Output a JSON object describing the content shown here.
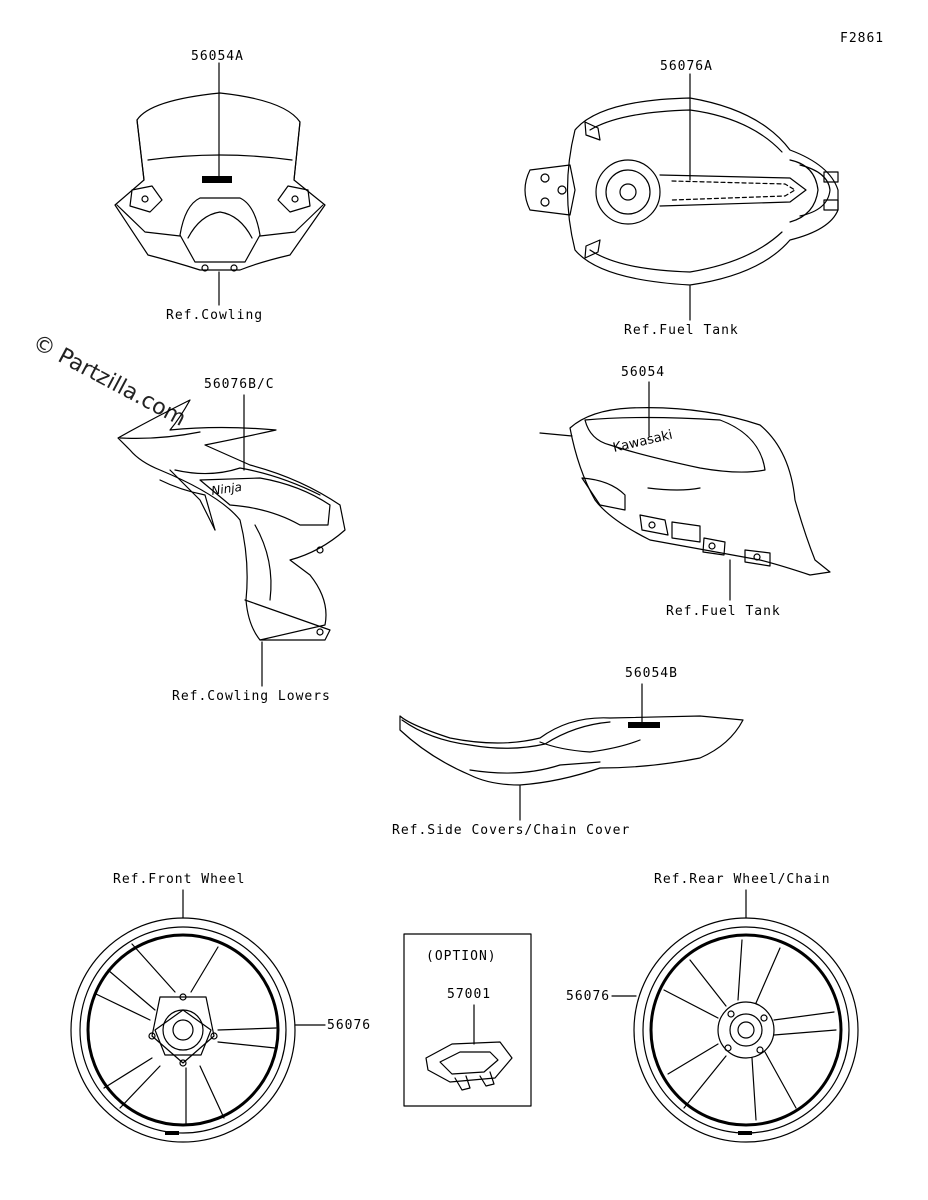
{
  "figure_code": "F2861",
  "watermark": "© Partzilla.com",
  "labels": {
    "cowl_part": "56054A",
    "cowl_ref": "Ref.Cowling",
    "tank_top_part": "56076A",
    "tank_top_ref": "Ref.Fuel Tank",
    "lowers_part": "56076B/C",
    "lowers_ref": "Ref.Cowling Lowers",
    "tank_side_part": "56054",
    "tank_side_ref": "Ref.Fuel Tank",
    "side_cover_part": "56054B",
    "side_cover_ref": "Ref.Side Covers/Chain Cover",
    "front_wheel_ref": "Ref.Front Wheel",
    "front_wheel_part": "56076",
    "option_text": "(OPTION)",
    "option_part": "57001",
    "rear_wheel_ref": "Ref.Rear Wheel/Chain",
    "rear_wheel_part": "56076"
  },
  "decal_text": {
    "tank_logo": "Kawasaki",
    "lowers_logo": "Ninja"
  }
}
